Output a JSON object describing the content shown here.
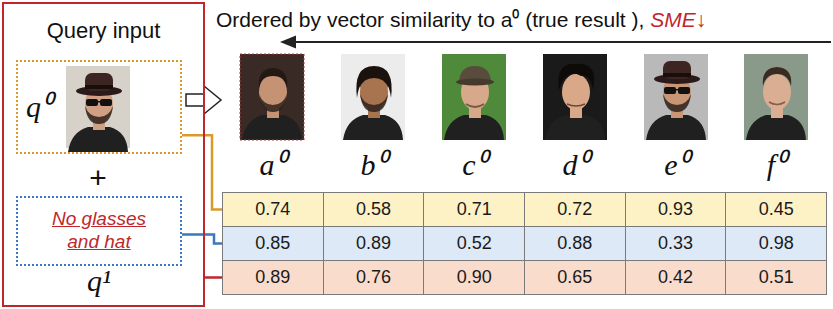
{
  "diagram": {
    "title": "Ordered by vector similarity to a⁰ (true result ),",
    "nodes": [
      {
        "text": [
          "Query input"
        ]
      },
      {
        "text": [
          "q⁰"
        ],
        "in": 0
      },
      {
        "text": [
          "No glasses and hat",
          "q¹"
        ],
        "in": 0
      },
      {
        "text": [
          "0.74",
          "0.58",
          "0.71",
          "0.72",
          "0.93",
          "0.45"
        ]
      },
      {
        "text": [
          "0.85",
          "0.89",
          "0.52",
          "0.88",
          "0.33",
          "0.98"
        ]
      },
      {
        "text": [
          "0.89",
          "0.76",
          "0.90",
          "0.65",
          "0.42",
          "0.51"
        ]
      }
    ],
    "edges": [
      {
        "from": 1,
        "to": 3,
        "arrow": "none"
      },
      {
        "from": 2,
        "to": 4,
        "arrow": "none"
      },
      {
        "from": 0,
        "to": 5,
        "arrow": "none"
      }
    ],
    "labels": [
      "SME↓",
      "+",
      "a⁰",
      "b⁰",
      "c⁰",
      "d⁰",
      "e⁰",
      "f⁰"
    ]
  }
}
